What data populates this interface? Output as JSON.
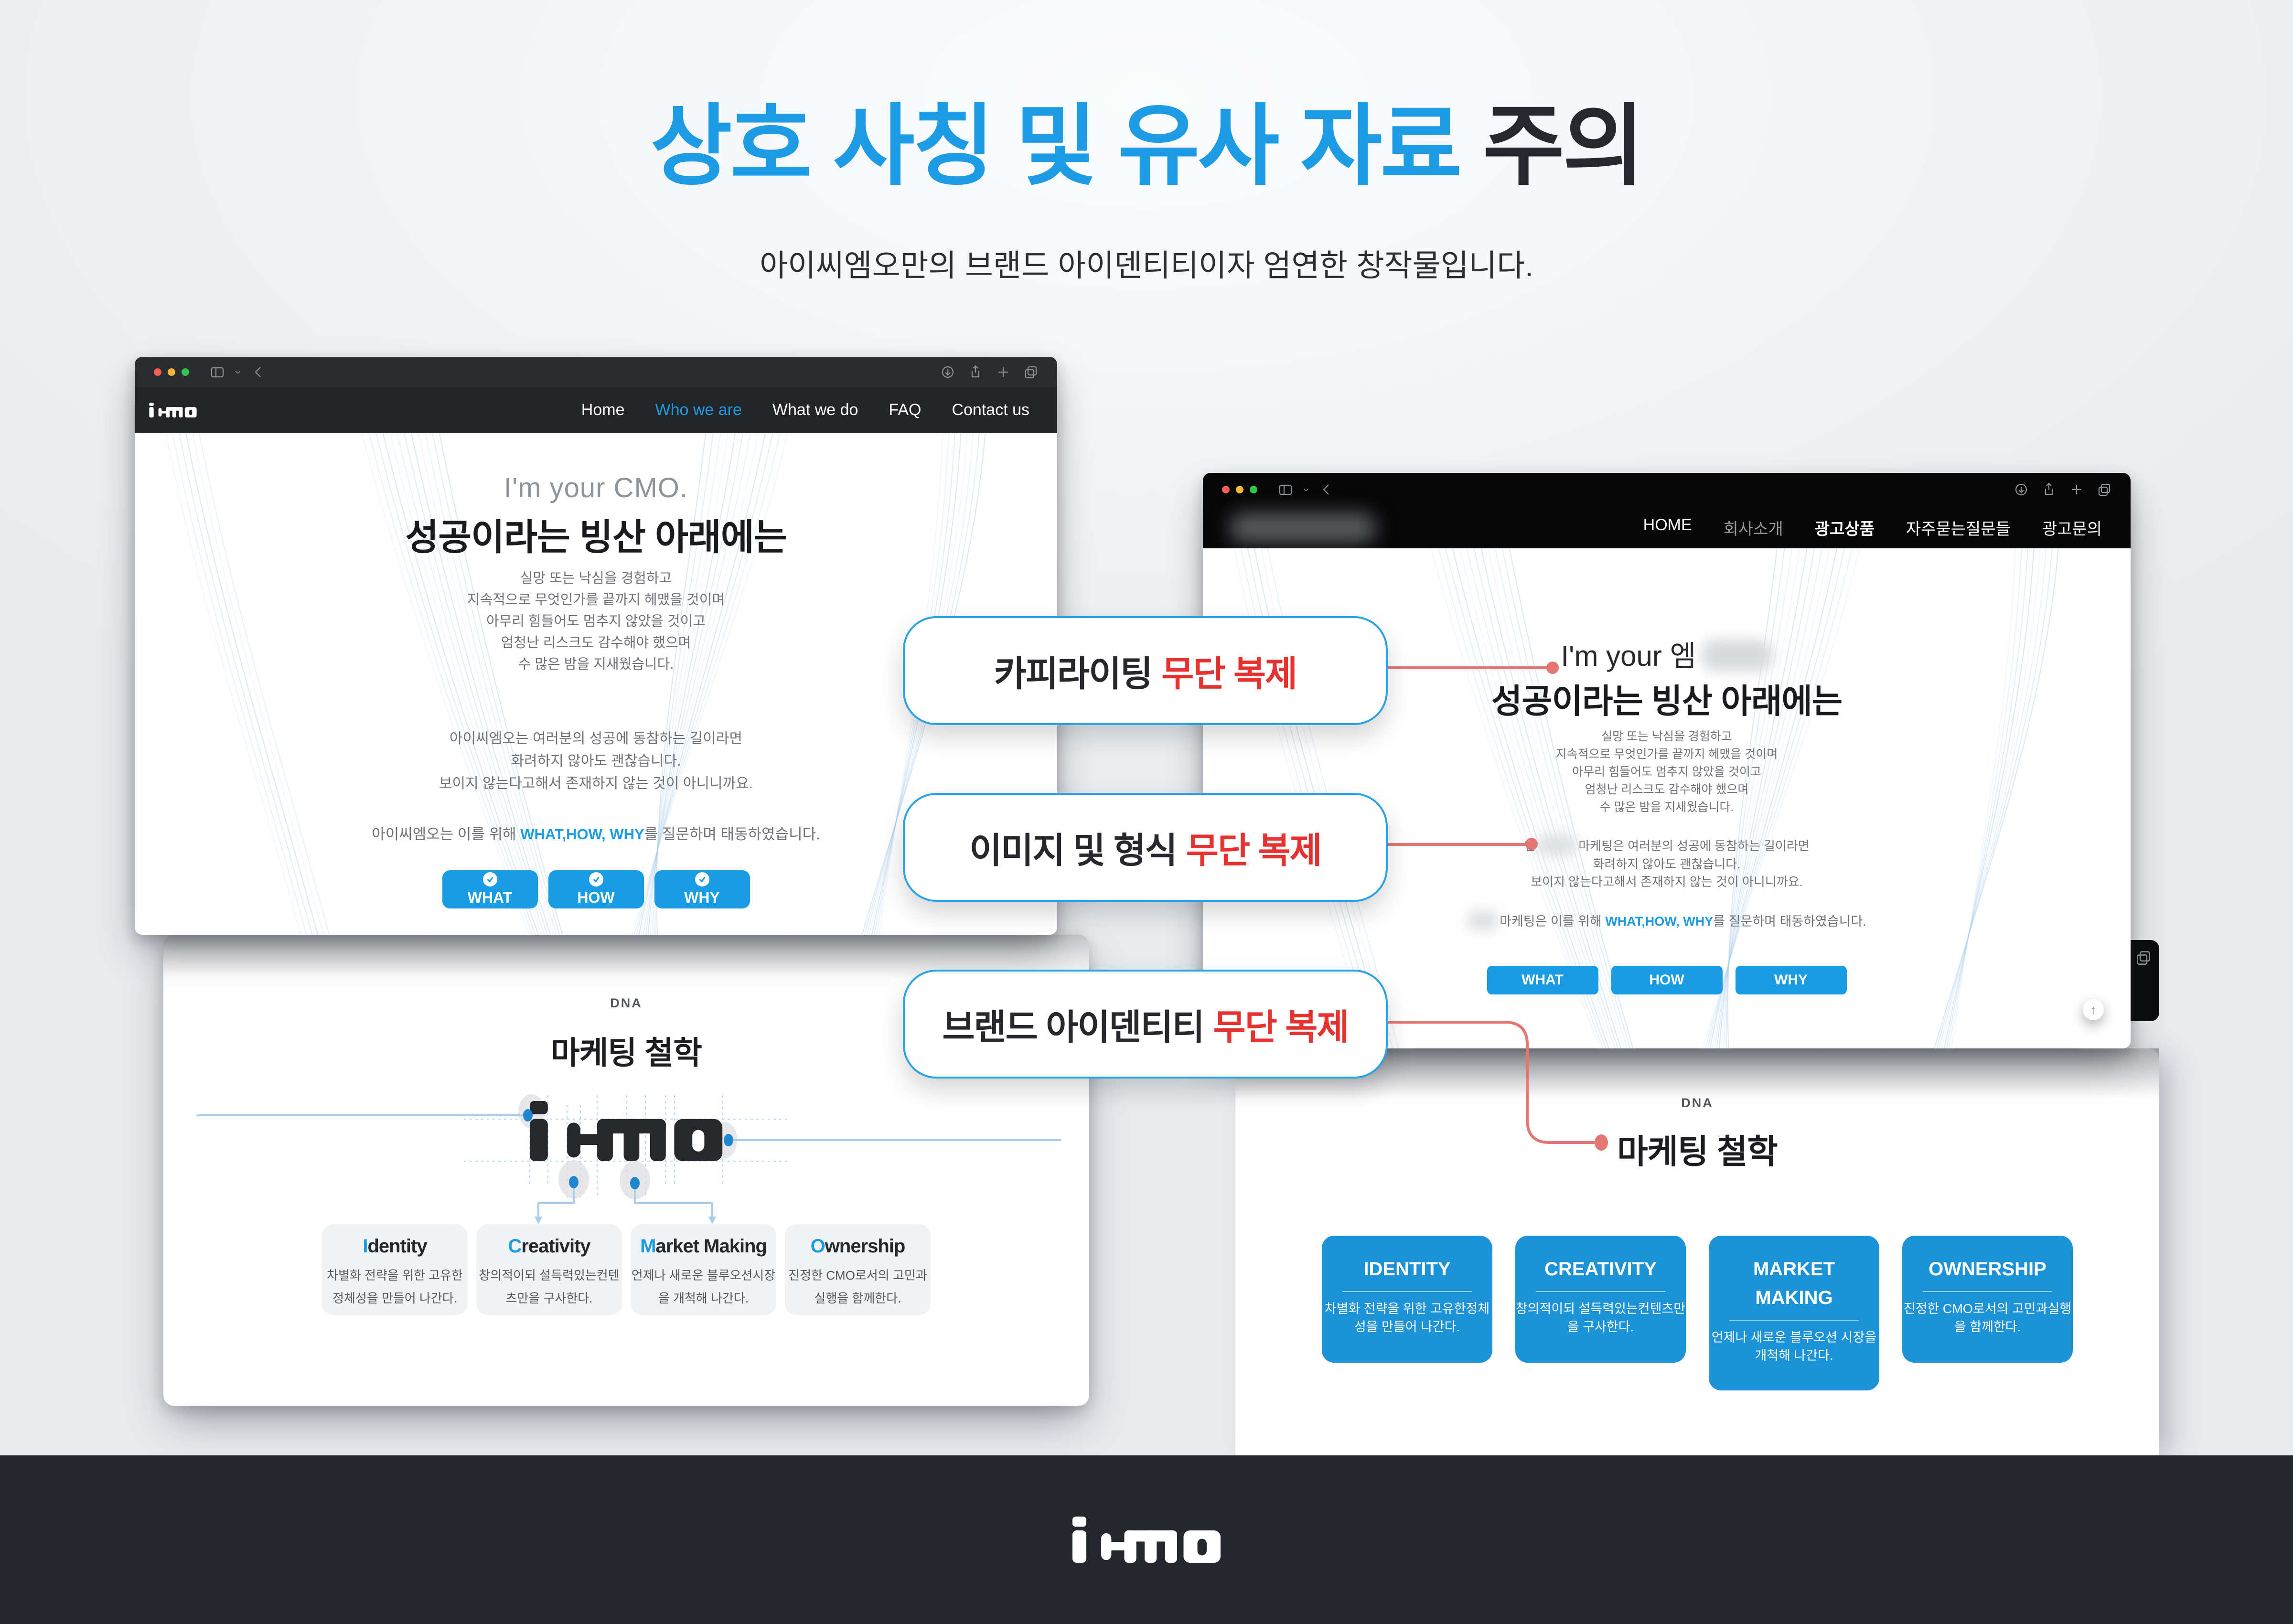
{
  "title": {
    "highlight": "상호 사칭 및 유사 자료",
    "rest": "주의",
    "subtitle": "아이씨엠오만의 브랜드 아이덴티티이자 엄연한 창작물입니다."
  },
  "colors": {
    "accent_blue": "#1b9ce4",
    "alert_red": "#e6312e",
    "card_blue": "#1c93d9",
    "connector_red": "#e57573",
    "footer_dark": "#24272b"
  },
  "left_site": {
    "nav": [
      "Home",
      "Who we are",
      "What we do",
      "FAQ",
      "Contact us"
    ],
    "active_nav": "Who we are",
    "hero_small": "I'm your CMO.",
    "hero_title": "성공이라는 빙산 아래에는",
    "para1": [
      "실망 또는 낙심을 경험하고",
      "지속적으로 무엇인가를 끝까지 헤맸을 것이며",
      "아무리 힘들어도 멈추지 않았을 것이고",
      "엄청난 리스크도 감수해야 했으며",
      "수 많은 밤을 지새웠습니다."
    ],
    "para2": [
      "아이씨엠오는 여러분의 성공에 동참하는 길이라면",
      "화려하지 않아도 괜찮습니다.",
      "보이지 않는다고해서 존재하지 않는 것이 아니니까요."
    ],
    "para3": {
      "prefix": "아이씨엠오는 이를 위해 ",
      "accent": "WHAT,HOW, WHY",
      "suffix": "를 질문하며 태동하였습니다."
    },
    "buttons": [
      "WHAT",
      "HOW",
      "WHY"
    ],
    "dna_label": "DNA",
    "dna_title": "마케팅 철학",
    "philosophy": [
      {
        "initial": "I",
        "rest": "dentity",
        "line1": "차별화 전략을 위한 고유한",
        "line2": "정체성을 만들어 나간다."
      },
      {
        "initial": "C",
        "rest": "reativity",
        "line1": "창의적이되 설득력있는",
        "line2": "컨텐츠만을 구사한다."
      },
      {
        "initial": "M",
        "rest": "arket Making",
        "line1": "언제나 새로운 블루오션",
        "line2": "시장을 개척해 나간다."
      },
      {
        "initial": "O",
        "rest": "wnership",
        "line1": "진정한 CMO로서의 고민과",
        "line2": "실행을 함께한다."
      }
    ]
  },
  "right_site": {
    "nav": [
      "HOME",
      "회사소개",
      "광고상품",
      "자주묻는질문들",
      "광고문의"
    ],
    "hero_small_prefix": "I'm your 엠",
    "hero_title": "성공이라는 빙산 아래에는",
    "para1": [
      "실망 또는 낙심을 경험하고",
      "지속적으로 무엇인가를 끝까지 헤맸을 것이며",
      "아무리 힘들어도 멈추지 않았을 것이고",
      "엄청난 리스크도 감수해야 했으며",
      "수 많은 밤을 지새웠습니다."
    ],
    "para2_first_prefix": "엠",
    "para2_first_rest": "마케팅은 여러분의 성공에 동참하는 길이라면",
    "para2_rest": [
      "화려하지 않아도 괜찮습니다.",
      "보이지 않는다고해서 존재하지 않는 것이 아니니까요."
    ],
    "para3": {
      "prefix": "마케팅은 이를 위해 ",
      "accent": "WHAT,HOW, WHY",
      "suffix": "를 질문하며 태동하였습니다."
    },
    "buttons": [
      "WHAT",
      "HOW",
      "WHY"
    ],
    "dna_label": "DNA",
    "dna_title": "마케팅 철학",
    "cards": [
      {
        "initial": "I",
        "rest": "DENTITY",
        "line1": "차별화 전략을 위한 고유한",
        "line2": "정체성을 만들어 나간다."
      },
      {
        "initial": "C",
        "rest": "REATIVITY",
        "line1": "창의적이되 설득력있는",
        "line2": "컨텐츠만을 구사한다."
      },
      {
        "initial": "M",
        "rest": "ARKET MAKING",
        "line1": "언제나 새로운 블루오션 시장을",
        "line2": "개척해 나간다."
      },
      {
        "initial": "O",
        "rest": "WNERSHIP",
        "line1": "진정한 CMO로서의 고민과",
        "line2": "실행을 함께한다."
      }
    ]
  },
  "callouts": [
    {
      "label": "카피라이팅",
      "alert": "무단 복제"
    },
    {
      "label": "이미지 및 형식",
      "alert": "무단 복제"
    },
    {
      "label": "브랜드 아이덴티티",
      "alert": "무단 복제"
    }
  ],
  "scroll_top_icon": "↑"
}
